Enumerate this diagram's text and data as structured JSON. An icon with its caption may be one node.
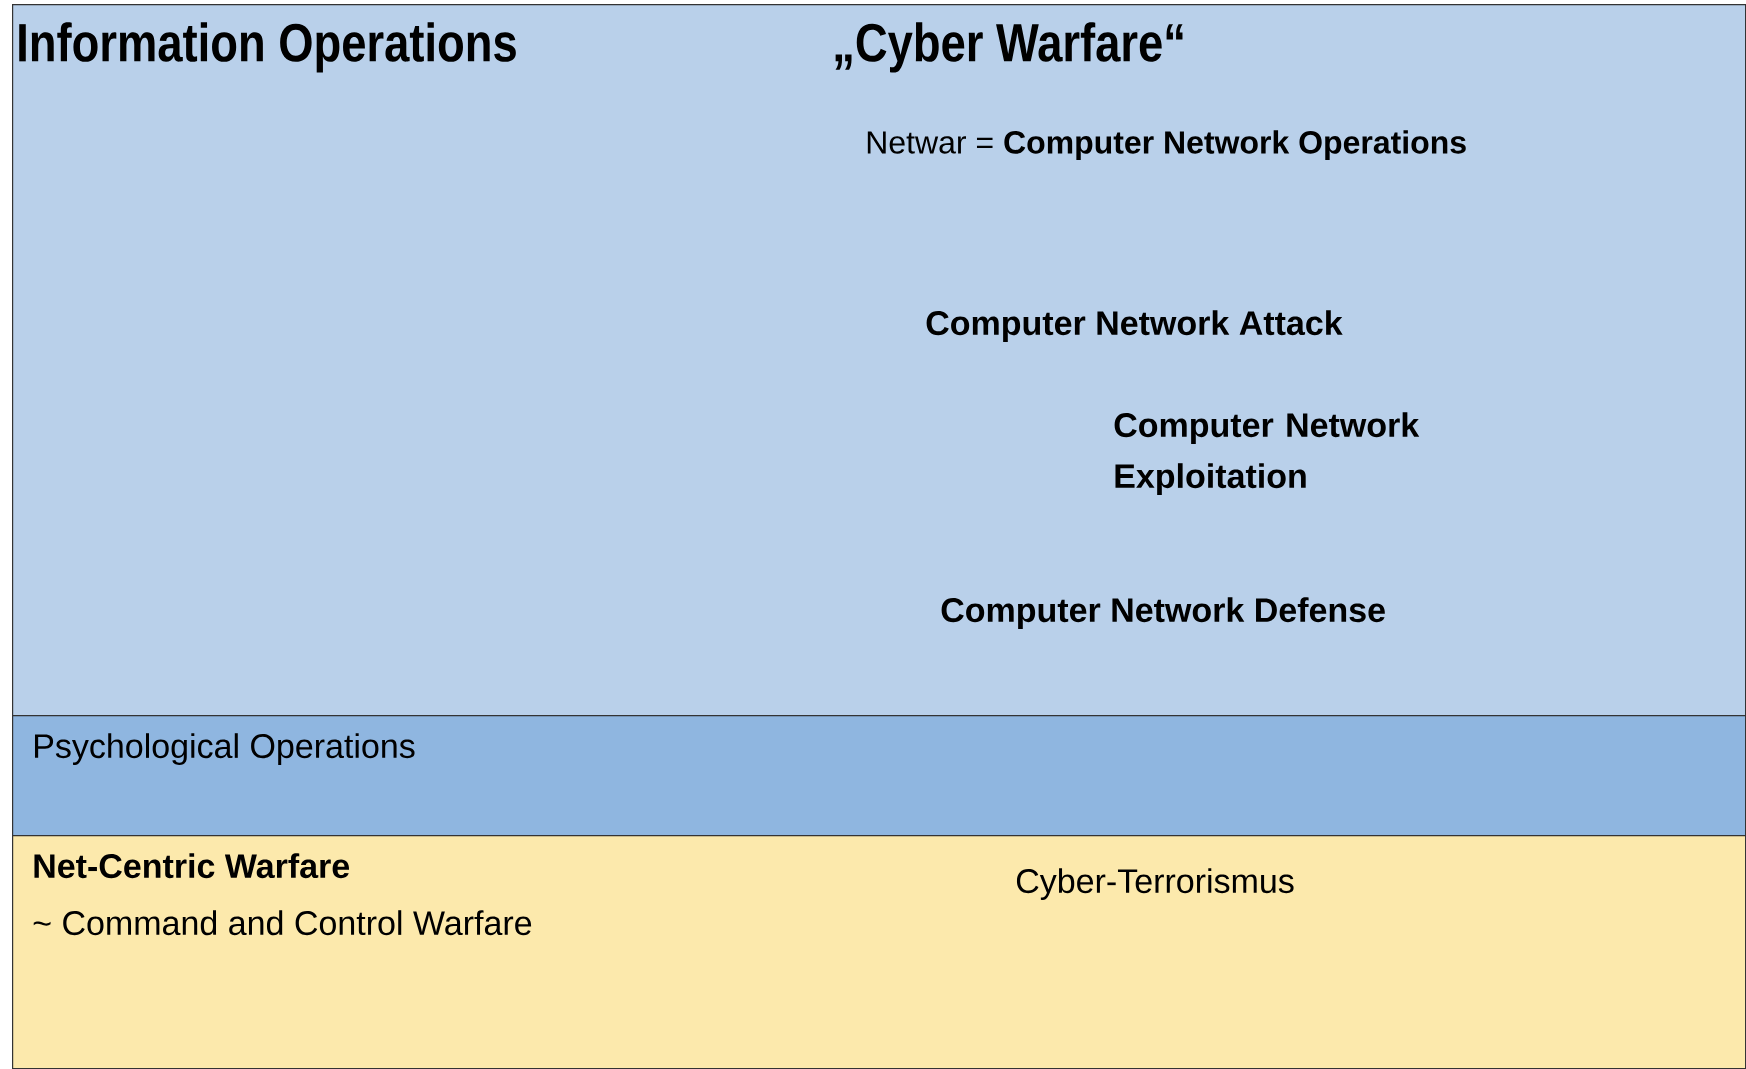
{
  "diagram": {
    "nodes": [
      {
        "text": [
          "Information Operations",
          "„Cyber Warfare“",
          "Netwar  = **Computer Network Operations**",
          "Computer Network Attack",
          "Computer Network Exploitation",
          "Computer Network Defense"
        ]
      },
      {
        "text": [
          "Psychological Operations"
        ]
      },
      {
        "text": [
          "Net-Centric Warfare",
          "~ Command and Control Warfare",
          "Cyber-Terrorismus"
        ]
      }
    ]
  }
}
